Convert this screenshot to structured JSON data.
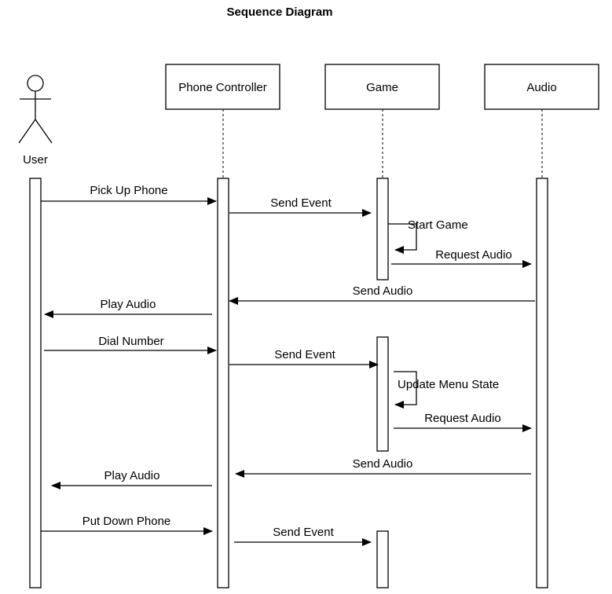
{
  "title": "Sequence Diagram",
  "actor": {
    "name": "User",
    "icon": "stick-figure-icon"
  },
  "participants": [
    {
      "id": "phone",
      "name": "Phone Controller"
    },
    {
      "id": "game",
      "name": "Game"
    },
    {
      "id": "audio",
      "name": "Audio"
    }
  ],
  "messages": [
    {
      "from": "User",
      "to": "Phone Controller",
      "label": "Pick Up Phone"
    },
    {
      "from": "Phone Controller",
      "to": "Game",
      "label": "Send Event"
    },
    {
      "from": "Game",
      "to": "Game",
      "label": "Start Game"
    },
    {
      "from": "Game",
      "to": "Audio",
      "label": "Request Audio"
    },
    {
      "from": "Audio",
      "to": "Phone Controller",
      "label": "Send Audio"
    },
    {
      "from": "Phone Controller",
      "to": "User",
      "label": "Play Audio"
    },
    {
      "from": "User",
      "to": "Phone Controller",
      "label": "Dial Number"
    },
    {
      "from": "Phone Controller",
      "to": "Game",
      "label": "Send Event"
    },
    {
      "from": "Game",
      "to": "Game",
      "label": "Update Menu State"
    },
    {
      "from": "Game",
      "to": "Audio",
      "label": "Request Audio"
    },
    {
      "from": "Audio",
      "to": "Phone Controller",
      "label": "Send Audio"
    },
    {
      "from": "Phone Controller",
      "to": "User",
      "label": "Play Audio"
    },
    {
      "from": "User",
      "to": "Phone Controller",
      "label": "Put Down Phone"
    },
    {
      "from": "Phone Controller",
      "to": "Game",
      "label": "Send Event"
    }
  ]
}
